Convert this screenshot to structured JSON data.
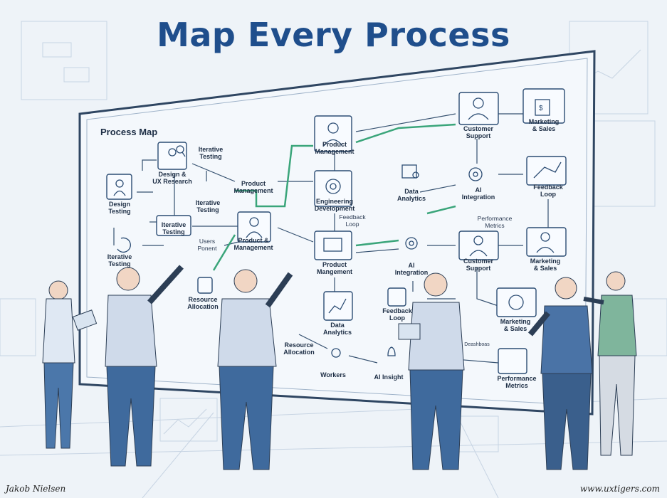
{
  "title": "Map Every Process",
  "board_label": "Process Map",
  "nodes": {
    "design_testing": "Design\nTesting",
    "design_ux": "Design &\nUX Research",
    "iterative_testing_1": "Iterative\nTesting",
    "iterative_testing_2": "Iterative\nTesting",
    "iterative_testing_3": "Iterative\nTesting",
    "iterative_testing_4": "Iterative\nTesting",
    "product_management_1": "Product\nManagement",
    "product_management_2": "Product\nManagement",
    "product_management_3": "Product &\nManagement",
    "product_management_4": "Product\nMangement",
    "engineering": "Engineering\nDevelopment",
    "data_analytics_1": "Data\nAnalytics",
    "data_analytics_2": "Data\nAnalytics",
    "customer_support_1": "Customer\nSupport",
    "customer_support_2": "Customer\nSupport",
    "marketing_1": "Marketing\n& Sales",
    "marketing_2": "Marketing\n& Sales",
    "marketing_3": "Marketing\n& Sales",
    "ai_integration_1": "AI\nIntegration",
    "ai_integration_2": "AI\nIntegration",
    "feedback_loop_1": "Feedback\nLoop",
    "feedback_loop_2": "Feedback\nLoop",
    "feedback_loop_3": "Feedback\nLoop",
    "performance_1": "Performance\nMetrics",
    "performance_2": "Performance\nMetrics",
    "resource_1": "Resource\nAllocation",
    "resource_2": "Resource\nAllocation",
    "users_ponent": "Users\nPonent",
    "workers": "Workers",
    "ai_insight": "AI Insight",
    "dashboard_tag": "Deashboas"
  },
  "credits": {
    "author": "Jakob Nielsen",
    "site": "www.uxtigers.com"
  },
  "colors": {
    "title": "#1f4e8c",
    "line": "#34506f",
    "accent_line": "#3aa57a",
    "board": "#f4f8fc",
    "person_shirt": "#cfdaea",
    "person_jeans": "#3f6a9d"
  }
}
